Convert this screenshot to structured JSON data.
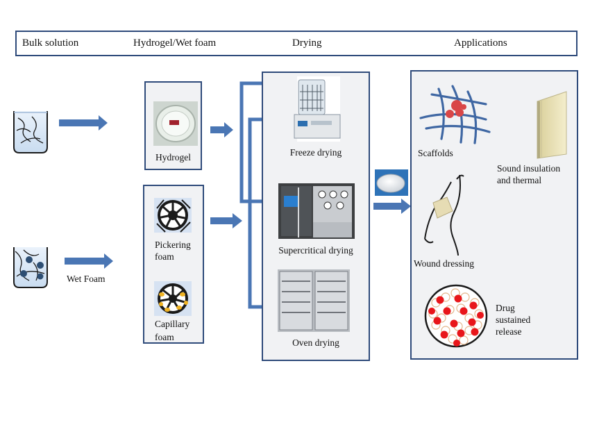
{
  "header": {
    "stages": [
      {
        "label": "Bulk solution"
      },
      {
        "label": "Hydrogel/Wet foam"
      },
      {
        "label": "Drying"
      },
      {
        "label": "Applications"
      }
    ]
  },
  "bulk": {
    "wet_foam_label": "Wet Foam"
  },
  "hydrogel_box": {
    "label": "Hydrogel"
  },
  "foam_box": {
    "pickering_line1": "Pickering",
    "pickering_line2": "foam",
    "capillary_line1": "Capillary",
    "capillary_line2": "foam"
  },
  "drying_box": {
    "methods": [
      {
        "label": "Freeze drying"
      },
      {
        "label": "Supercritical drying"
      },
      {
        "label": "Oven drying"
      }
    ]
  },
  "applications_box": {
    "scaffolds": "Scaffolds",
    "sound_line1": "Sound insulation",
    "sound_line2": "and thermal",
    "wound": "Wound dressing",
    "drug_line1": "Drug",
    "drug_line2": "sustained",
    "drug_line3": "release"
  },
  "colors": {
    "frame_border": "#2e4a7a",
    "arrow_blue": "#4a76b4",
    "panel_fill": "#f1f2f4",
    "particle_red": "#e8161b"
  }
}
